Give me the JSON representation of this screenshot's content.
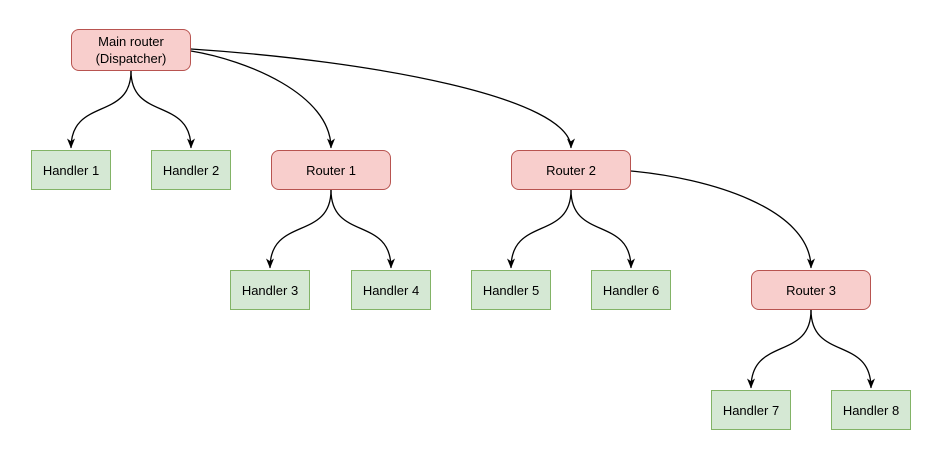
{
  "diagram": {
    "background": "#ffffff",
    "colors": {
      "router_fill": "#f8cecc",
      "router_stroke": "#b85450",
      "handler_fill": "#d5e8d4",
      "handler_stroke": "#82b366",
      "edge": "#000000",
      "text": "#000000"
    },
    "nodes": [
      {
        "id": "main-router",
        "kind": "router",
        "label": "Main router\n(Dispatcher)"
      },
      {
        "id": "handler-1",
        "kind": "handler",
        "label": "Handler 1"
      },
      {
        "id": "handler-2",
        "kind": "handler",
        "label": "Handler 2"
      },
      {
        "id": "router-1",
        "kind": "router",
        "label": "Router 1"
      },
      {
        "id": "router-2",
        "kind": "router",
        "label": "Router 2"
      },
      {
        "id": "handler-3",
        "kind": "handler",
        "label": "Handler 3"
      },
      {
        "id": "handler-4",
        "kind": "handler",
        "label": "Handler 4"
      },
      {
        "id": "handler-5",
        "kind": "handler",
        "label": "Handler 5"
      },
      {
        "id": "handler-6",
        "kind": "handler",
        "label": "Handler 6"
      },
      {
        "id": "router-3",
        "kind": "router",
        "label": "Router 3"
      },
      {
        "id": "handler-7",
        "kind": "handler",
        "label": "Handler 7"
      },
      {
        "id": "handler-8",
        "kind": "handler",
        "label": "Handler 8"
      }
    ],
    "edges": [
      {
        "from": "main-router",
        "to": "handler-1"
      },
      {
        "from": "main-router",
        "to": "handler-2"
      },
      {
        "from": "main-router",
        "to": "router-1"
      },
      {
        "from": "main-router",
        "to": "router-2"
      },
      {
        "from": "router-1",
        "to": "handler-3"
      },
      {
        "from": "router-1",
        "to": "handler-4"
      },
      {
        "from": "router-2",
        "to": "handler-5"
      },
      {
        "from": "router-2",
        "to": "handler-6"
      },
      {
        "from": "router-2",
        "to": "router-3"
      },
      {
        "from": "router-3",
        "to": "handler-7"
      },
      {
        "from": "router-3",
        "to": "handler-8"
      }
    ]
  }
}
